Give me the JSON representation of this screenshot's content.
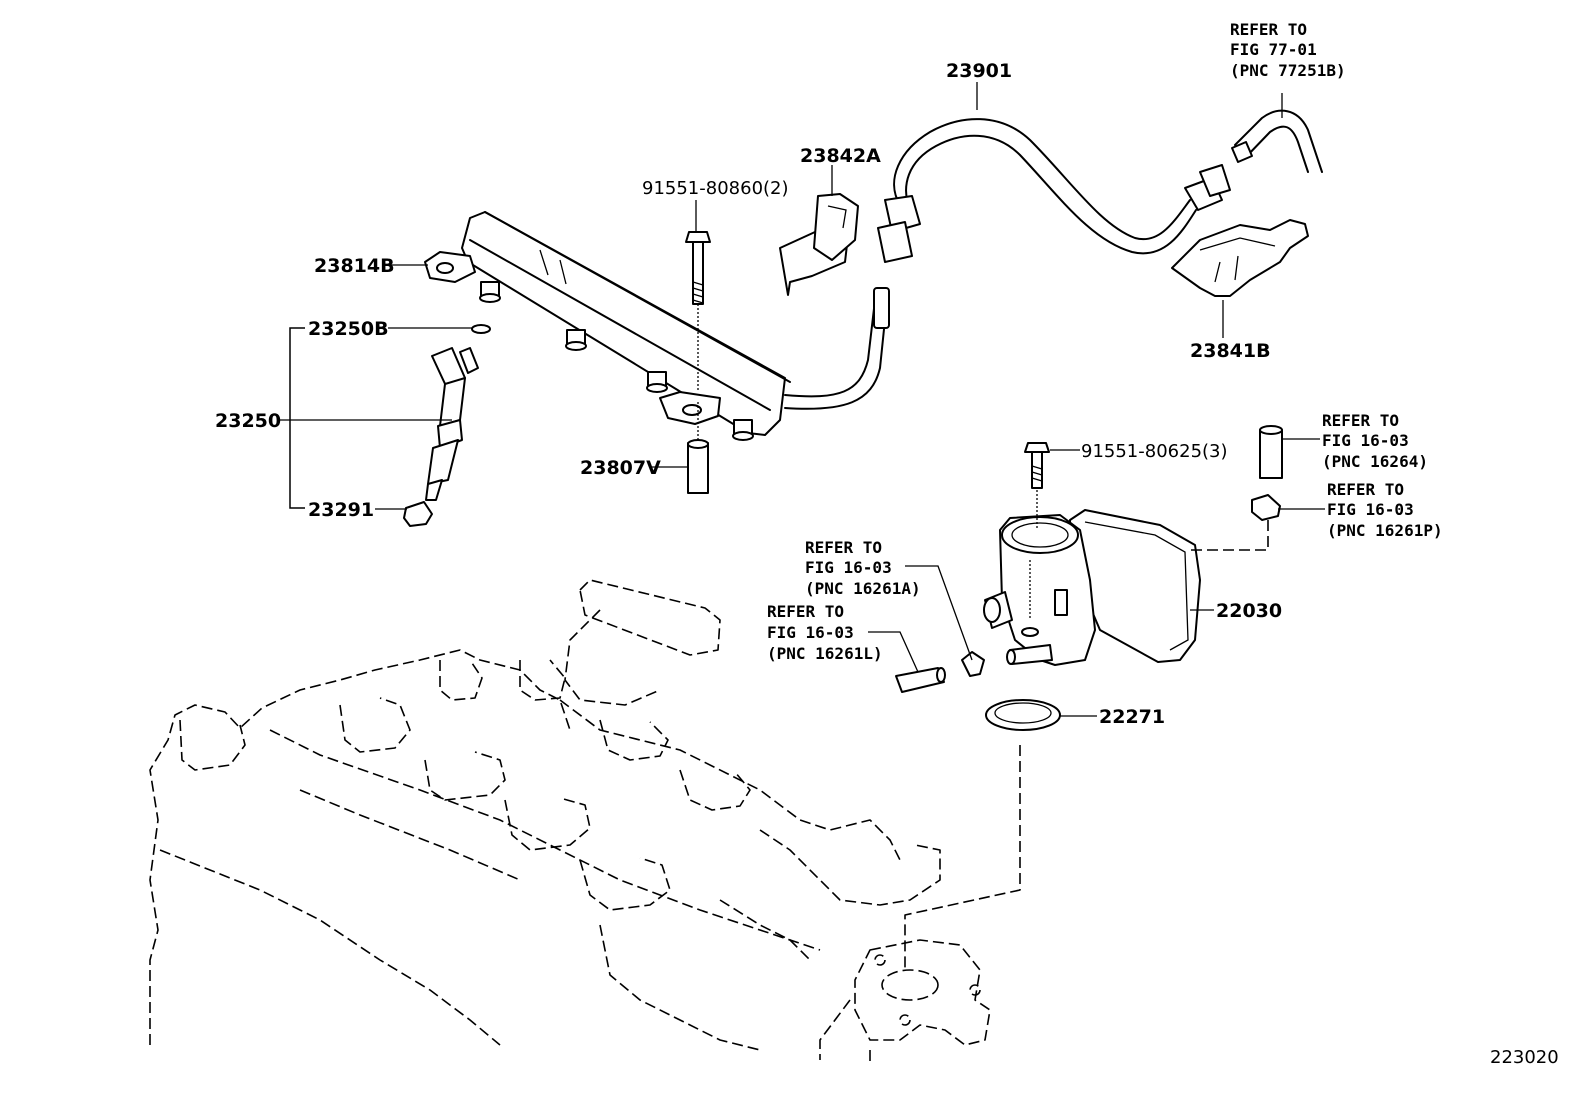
{
  "labels": {
    "p23901": "23901",
    "p23842A": "23842A",
    "p91551_80860": "91551-80860(2)",
    "p23814B": "23814B",
    "p23250B": "23250B",
    "p23250": "23250",
    "p23291": "23291",
    "p23807V": "23807V",
    "p23841B": "23841B",
    "p91551_80625": "91551-80625(3)",
    "p22030": "22030",
    "p22271": "22271",
    "figure_id": "223020"
  },
  "references": {
    "ref_77251B": [
      "REFER TO",
      "FIG 77-01",
      "(PNC 77251B)"
    ],
    "ref_16264": [
      "REFER TO",
      "FIG 16-03",
      "(PNC 16264)"
    ],
    "ref_16261P": [
      "REFER TO",
      "FIG 16-03",
      "(PNC 16261P)"
    ],
    "ref_16261A": [
      "REFER TO",
      "FIG 16-03",
      "(PNC 16261A)"
    ],
    "ref_16261L": [
      "REFER TO",
      "FIG 16-03",
      "(PNC 16261L)"
    ]
  }
}
